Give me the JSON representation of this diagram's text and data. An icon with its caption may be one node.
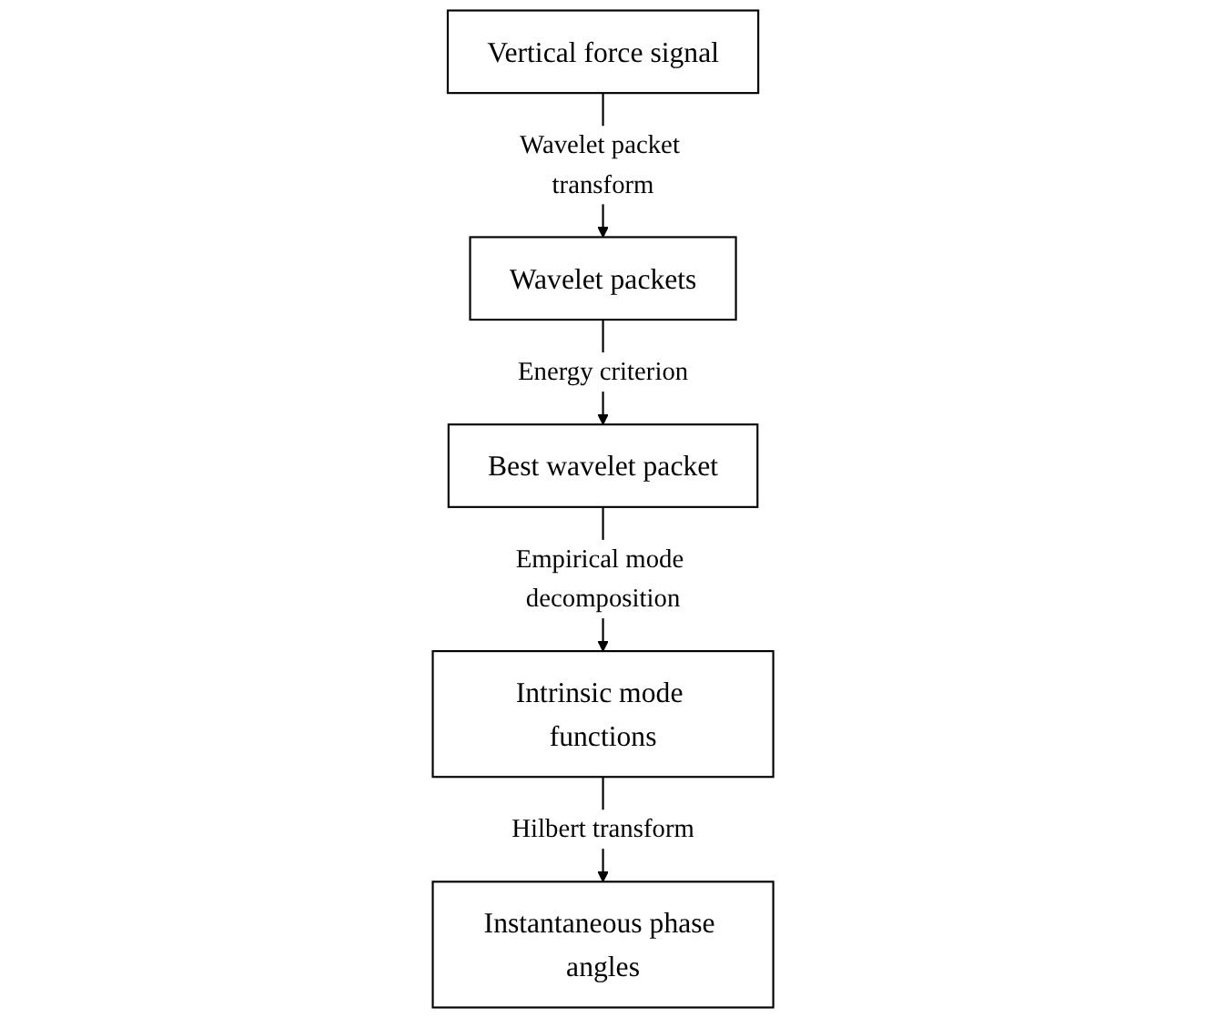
{
  "diagram": {
    "nodes": [
      {
        "text": [
          "Vertical force signal"
        ]
      },
      {
        "text": [
          "Wavelet packets"
        ]
      },
      {
        "text": [
          "Best wavelet packet"
        ]
      },
      {
        "text": [
          "Intrinsic mode functions"
        ]
      },
      {
        "text": [
          "Instantaneous phase angles"
        ]
      }
    ],
    "edges": [
      {
        "from": 0,
        "to": 1,
        "arrow": "to",
        "label": "Wavelet packet transform"
      },
      {
        "from": 1,
        "to": 2,
        "arrow": "to",
        "label": "Energy criterion"
      },
      {
        "from": 2,
        "to": 3,
        "arrow": "to",
        "label": "Empirical mode decomposition"
      },
      {
        "from": 3,
        "to": 4,
        "arrow": "to",
        "label": "Hilbert transform"
      }
    ]
  }
}
